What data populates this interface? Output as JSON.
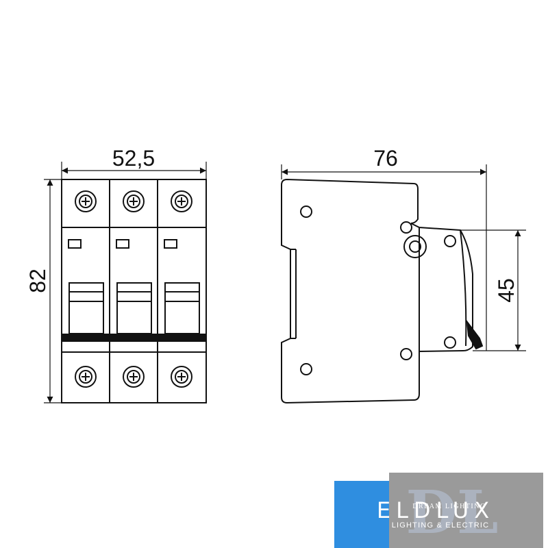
{
  "front_view": {
    "width_label": "52,5",
    "height_label": "82",
    "poles": 3
  },
  "side_view": {
    "depth_label": "76",
    "front_height_label": "45"
  },
  "logo": {
    "brand": "ELDLUX",
    "tagline_top": "DREAM LIGHTING",
    "tagline_bottom": "LIGHTING & ELECTRIC",
    "monogram": "DL",
    "colors": {
      "blue": "#2f8ee0",
      "grey": "#9a9a9a",
      "white": "#ffffff"
    }
  }
}
